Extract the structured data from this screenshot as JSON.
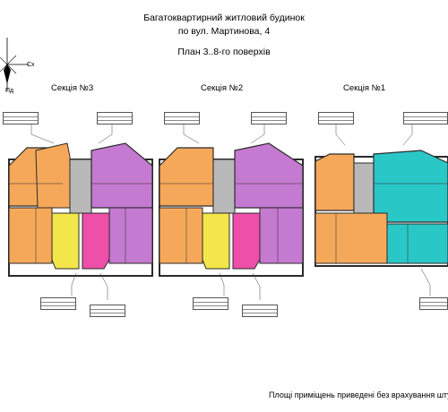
{
  "title": {
    "line1": "Багатоквартирний житловий будинок",
    "line2": "по вул. Мартинова, 4",
    "line3": "План 3..8-го поверхів"
  },
  "compass": {
    "north_east": "Сх",
    "south": "Пд"
  },
  "sections": [
    {
      "label": "Секція №3"
    },
    {
      "label": "Секція №2"
    },
    {
      "label": "Секція №1"
    }
  ],
  "footnote": "Площі приміщень приведені без врахування шту",
  "colors": {
    "orange": "#f5a85a",
    "violet": "#c47ad0",
    "yellow": "#f2e64a",
    "pink": "#ee4fa8",
    "cyan": "#2ac7c7",
    "stair": "#b9b9b9",
    "wall": "#2b2b2b"
  }
}
